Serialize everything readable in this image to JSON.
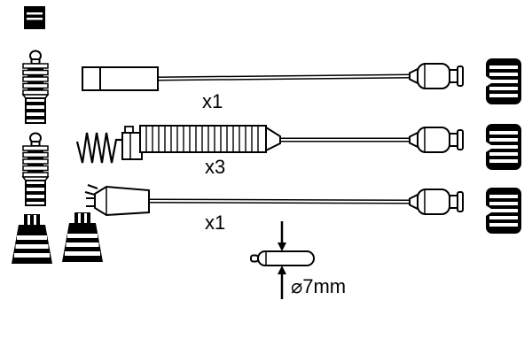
{
  "colors": {
    "line": "#000000",
    "background": "#ffffff"
  },
  "parts": {
    "top_cable": {
      "quantity": "x1"
    },
    "middle_cable": {
      "quantity": "x3"
    },
    "bottom_cable": {
      "quantity": "x1"
    }
  },
  "dimension": {
    "diameter": "⌀7mm"
  }
}
